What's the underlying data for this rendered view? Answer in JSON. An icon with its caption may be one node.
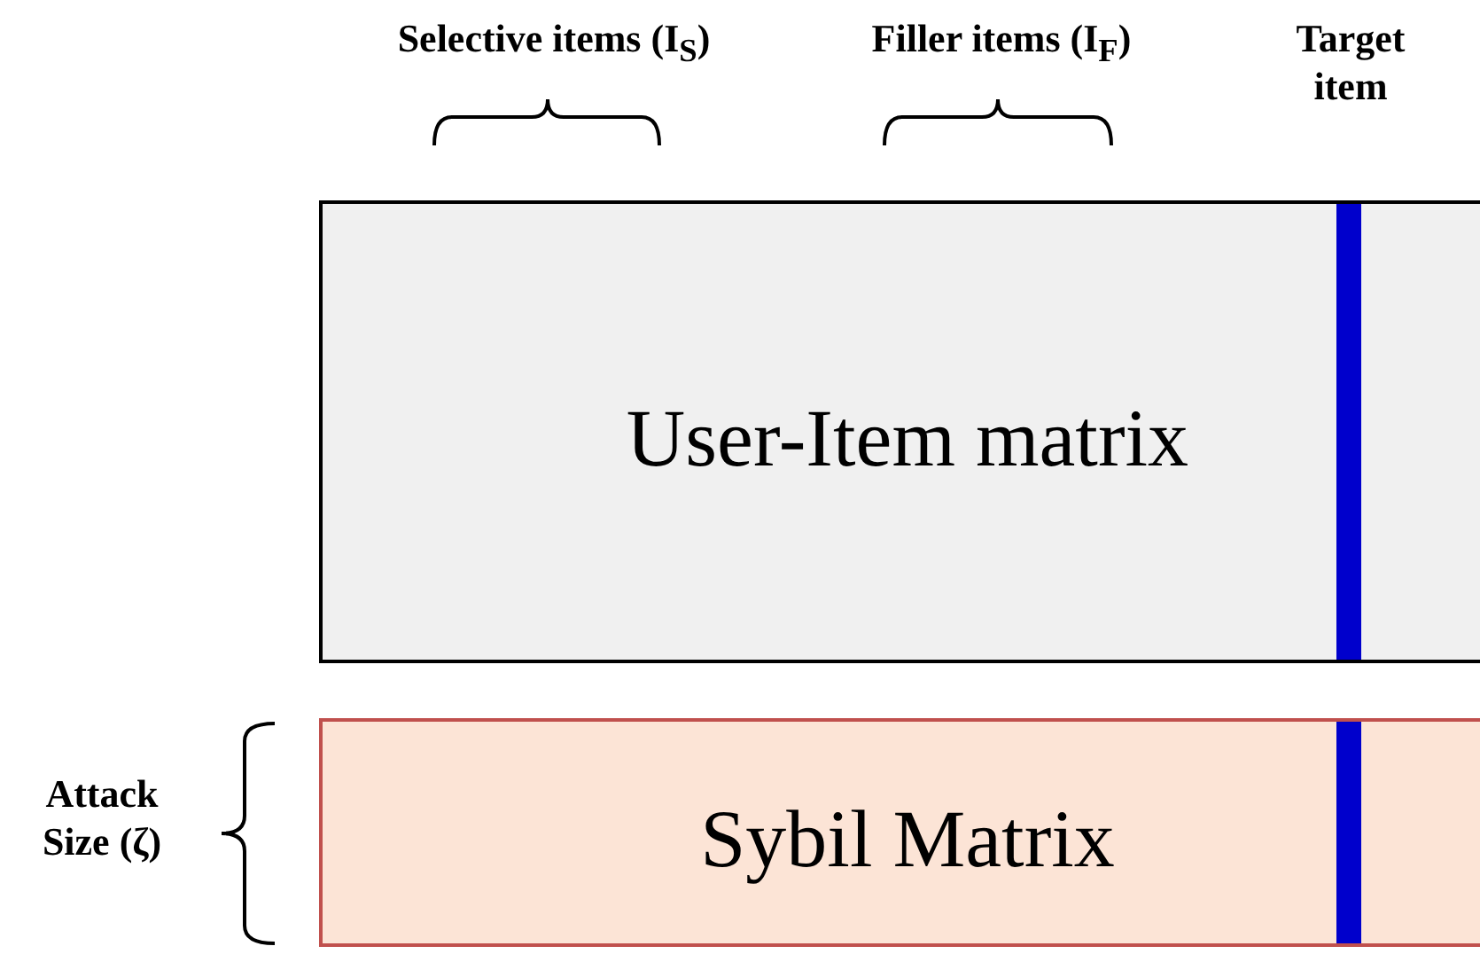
{
  "diagram": {
    "nodes": [
      {
        "text": [
          "User-Item matrix"
        ]
      },
      {
        "text": [],
        "shape": "bar",
        "in": 0
      },
      {
        "text": [
          "Sybil Matrix"
        ]
      },
      {
        "text": [],
        "shape": "bar",
        "in": 2
      }
    ],
    "edges": [],
    "labels": [
      "Selective items (I$_{S}$)",
      "Filler items (I$_{F}$)",
      "Target item",
      "Attack Size (ζ)"
    ]
  }
}
